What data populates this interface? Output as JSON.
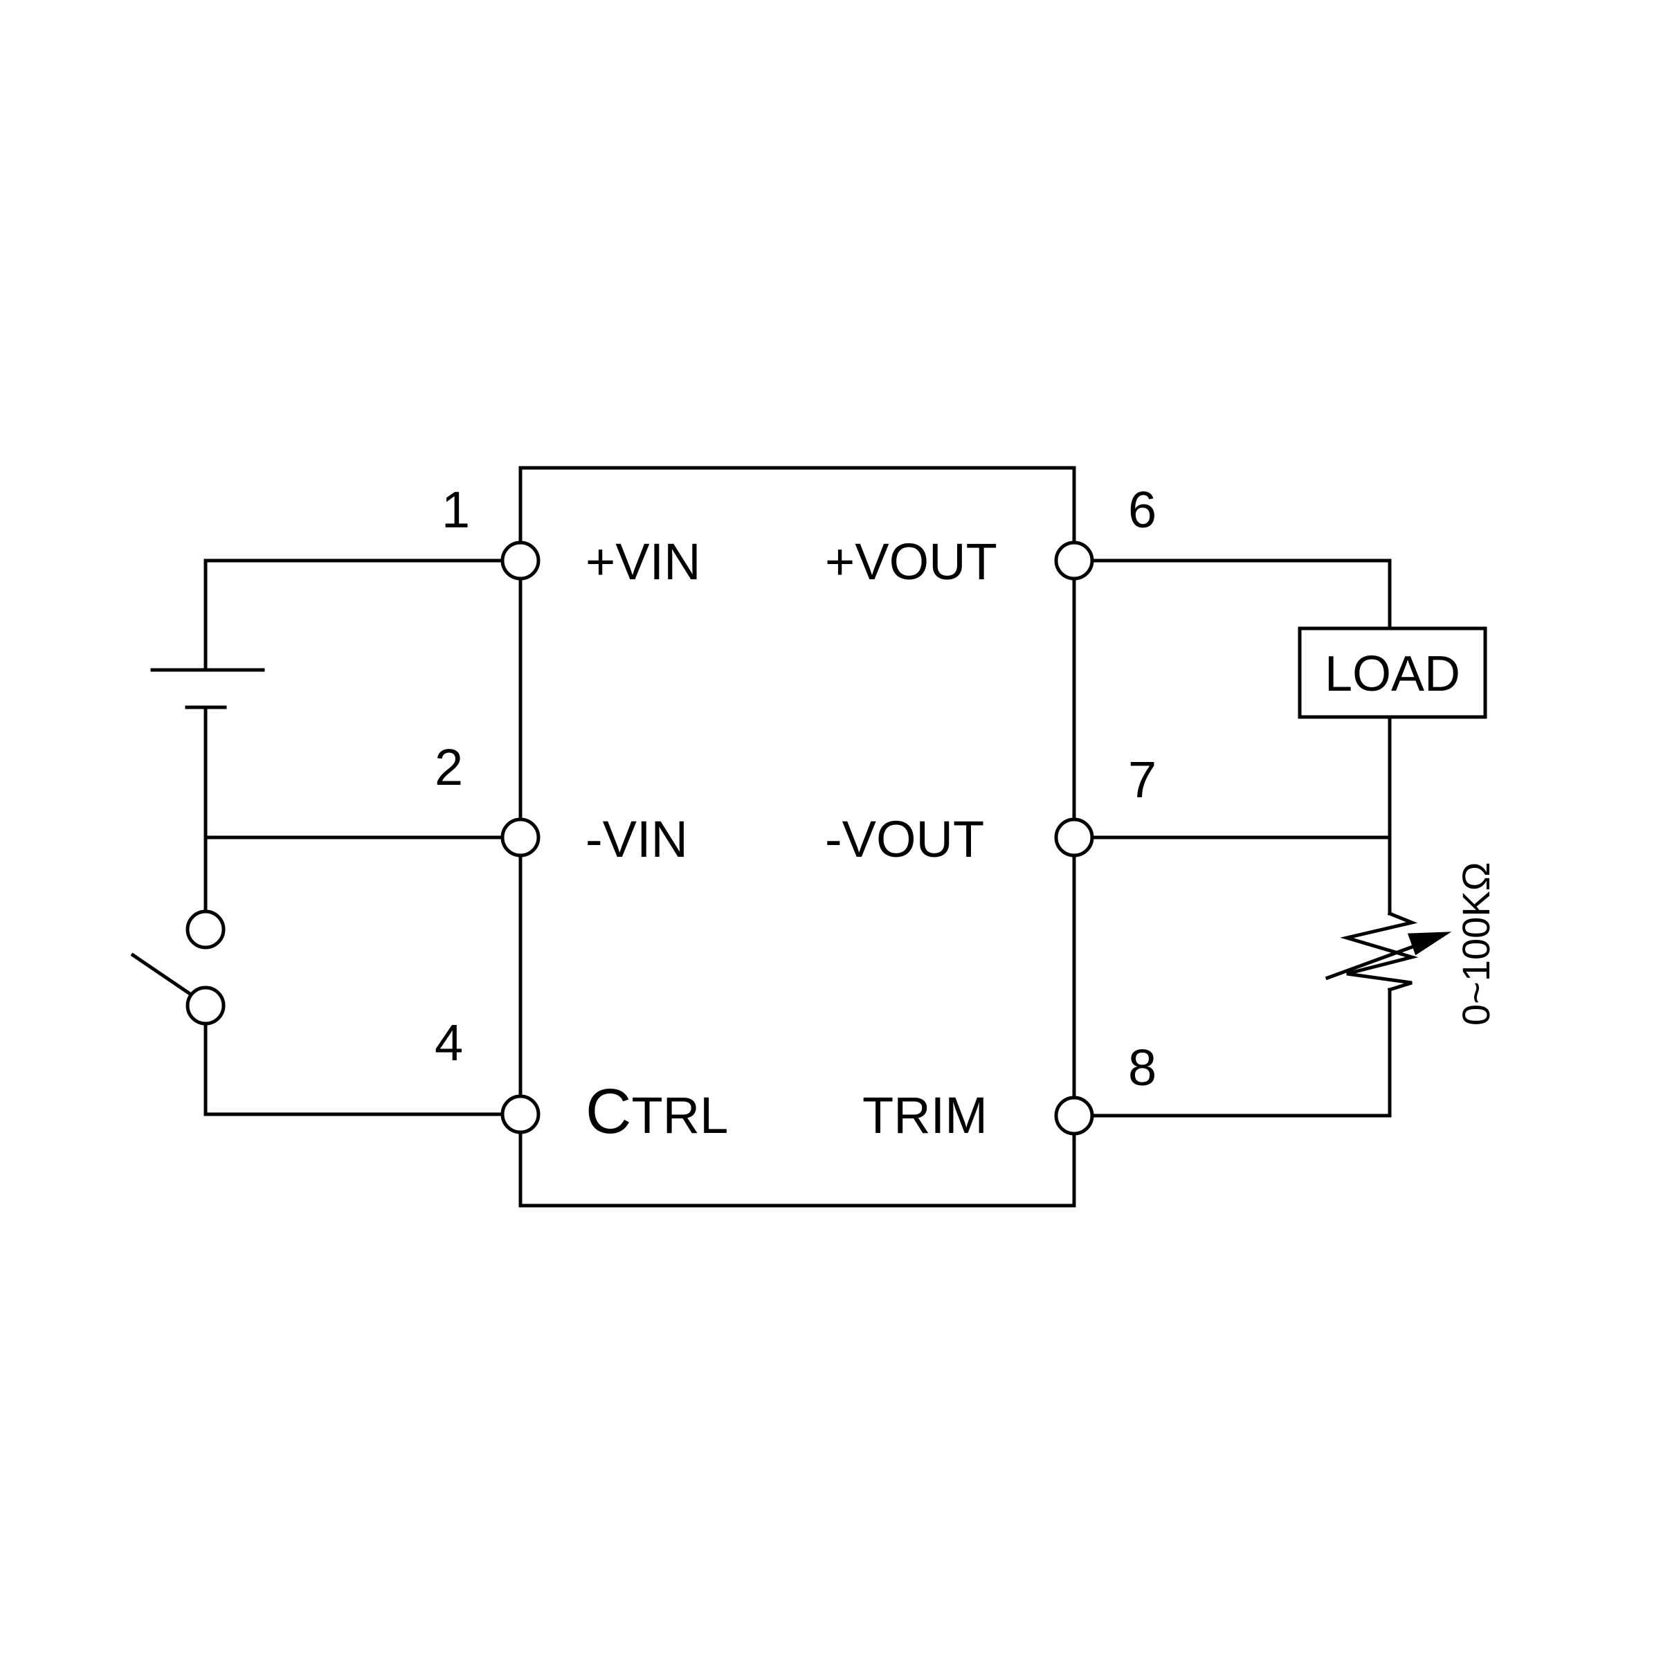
{
  "module": {
    "pins": [
      {
        "number": "1",
        "label": "+VIN"
      },
      {
        "number": "2",
        "label": "-VIN"
      },
      {
        "number": "4",
        "label_big": "C",
        "label_rest": "TRL"
      },
      {
        "number": "6",
        "label": "+VOUT"
      },
      {
        "number": "7",
        "label": "-VOUT"
      },
      {
        "number": "8",
        "label": "TRIM"
      }
    ]
  },
  "load": {
    "label": "LOAD"
  },
  "trim_resistor": {
    "label": "0~100KΩ"
  },
  "colors": {
    "line": "#000000",
    "background": "#ffffff"
  }
}
